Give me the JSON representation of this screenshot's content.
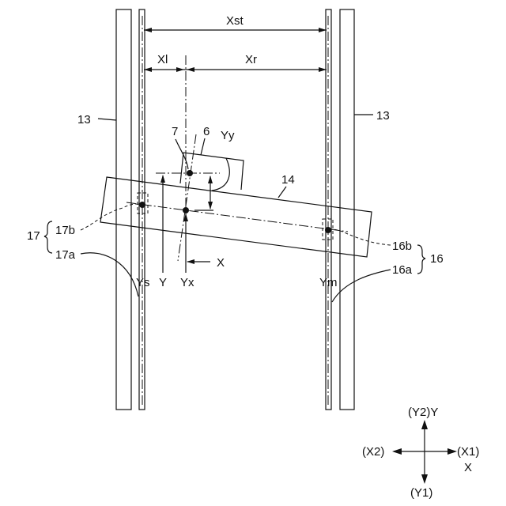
{
  "labels": {
    "rail_left": "13",
    "rail_right": "13",
    "xst": "Xst",
    "xl": "Xl",
    "xr": "Xr",
    "seven": "7",
    "six": "6",
    "yy": "Yy",
    "fourteen": "14",
    "seventeen": "17",
    "seventeen_b": "17b",
    "seventeen_a": "17a",
    "sixteen_b": "16b",
    "sixteen": "16",
    "sixteen_a": "16a",
    "x_axis": "X",
    "ys": "Ys",
    "y": "Y",
    "yx": "Yx",
    "ym": "Ym"
  },
  "legend": {
    "y2_y": "(Y2)Y",
    "x2": "(X2)",
    "x1": "(X1)",
    "x": "X",
    "y1": "(Y1)"
  }
}
